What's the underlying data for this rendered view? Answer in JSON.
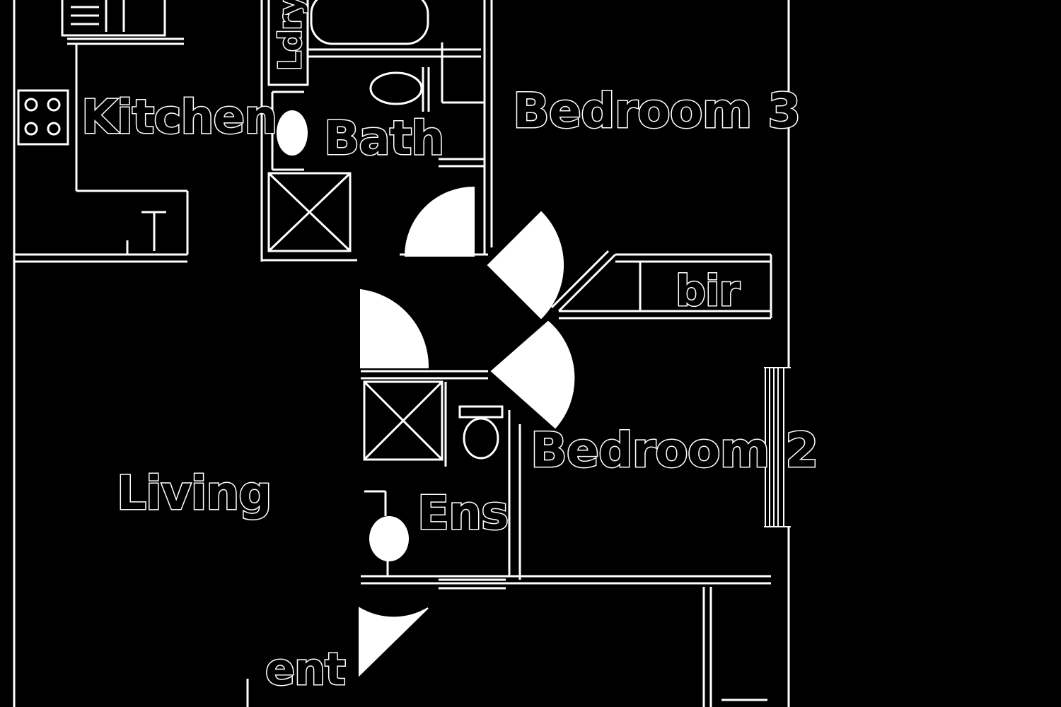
{
  "floorplan": {
    "colors": {
      "background": "#000000",
      "lines": "#ffffff",
      "door_fill": "#ffffff"
    },
    "rooms": {
      "kitchen": "Kitchen",
      "bath": "Bath",
      "bedroom3": "Bedroom 3",
      "bedroom2": "Bedroom 2",
      "living": "Living",
      "ens": "Ens",
      "ent": "ent",
      "bir": "bir",
      "ldry": "Ldry"
    }
  }
}
